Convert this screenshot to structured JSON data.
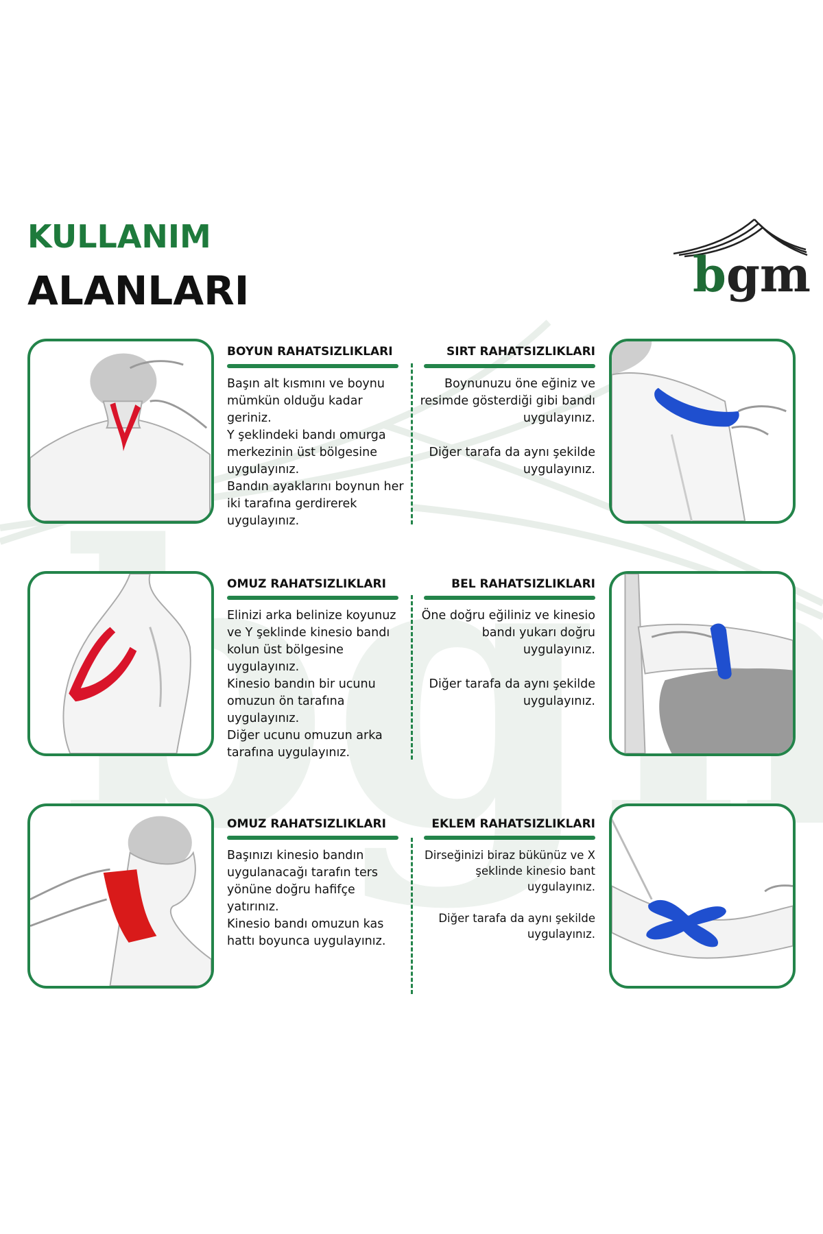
{
  "header": {
    "title_line1": "KULLANIM",
    "title_line2": "ALANLARI",
    "logo_text": "bgm"
  },
  "colors": {
    "brand_green": "#23844a",
    "title_green": "#1e7a3c",
    "tape_red": "#d9142a",
    "tape_blue": "#1f4fcf"
  },
  "sections": [
    {
      "heading": "BOYUN RAHATSIZLIKLARI",
      "image": "neck-tape-illustration",
      "paragraphs": [
        "Başın alt kısmını ve boynu mümkün olduğu kadar geriniz.",
        "Y şeklindeki bandı omurga merkezinin üst bölgesine uygulayınız.",
        "Bandın ayaklarını boynun her iki tarafına gerdirerek uygulayınız."
      ]
    },
    {
      "heading": "SIRT RAHATSIZLIKLARI",
      "image": "back-tape-illustration",
      "paragraphs": [
        "Boynunuzu öne eğiniz ve resimde gösterdiği gibi bandı uygulayınız.",
        "Diğer tarafa da aynı şekilde uygulayınız."
      ]
    },
    {
      "heading": "OMUZ RAHATSIZLIKLARI",
      "image": "shoulder-tape-illustration",
      "paragraphs": [
        "Elinizi arka belinize koyunuz ve Y şeklinde kinesio bandı kolun üst bölgesine uygulayınız.",
        "Kinesio bandın bir ucunu omuzun ön tarafına uygulayınız.",
        "Diğer ucunu omuzun arka tarafına uygulayınız."
      ]
    },
    {
      "heading": "BEL RAHATSIZLIKLARI",
      "image": "lower-back-tape-illustration",
      "paragraphs": [
        "Öne doğru eğiliniz ve kinesio bandı yukarı doğru uygulayınız.",
        "Diğer tarafa da aynı şekilde uygulayınız."
      ]
    },
    {
      "heading": "OMUZ RAHATSIZLIKLARI",
      "image": "neck-side-tape-illustration",
      "paragraphs": [
        "Başınızı kinesio bandın uygulanacağı tarafın ters yönüne doğru hafifçe yatırınız.",
        "Kinesio bandı omuzun kas hattı boyunca uygulayınız."
      ]
    },
    {
      "heading": "EKLEM RAHATSIZLIKLARI",
      "image": "elbow-tape-illustration",
      "paragraphs": [
        "Dirseğinizi biraz bükünüz ve X şeklinde kinesio bant uygulayınız.",
        "Diğer tarafa da aynı şekilde uygulayınız."
      ]
    }
  ]
}
